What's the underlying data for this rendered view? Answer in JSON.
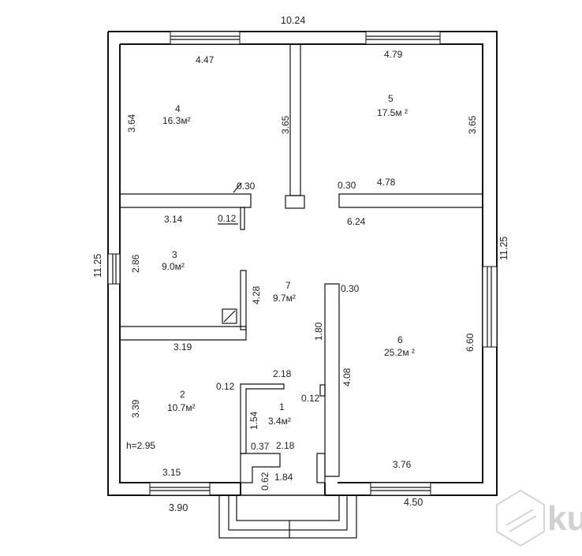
{
  "plan": {
    "overall_width": "10.24",
    "overall_height_left": "11.25",
    "overall_height_right": "11.25",
    "bottom_left_width": "3.90",
    "bottom_right_width": "4.50",
    "ceiling_height": "h=2.95"
  },
  "rooms": [
    {
      "number": "4",
      "area": "16.3м²",
      "width": "4.47",
      "depth": "3.64"
    },
    {
      "number": "5",
      "area": "17.5м ²",
      "width": "4.79",
      "depth": "3.65"
    },
    {
      "number": "3",
      "area": "9.0м²",
      "width": "3.14",
      "depth": "2.86"
    },
    {
      "number": "7",
      "area": "9.7м²"
    },
    {
      "number": "6",
      "area": "25.2м ²",
      "width": "3.76",
      "depth": "6.60"
    },
    {
      "number": "2",
      "area": "10.7м²",
      "width": "3.19",
      "depth": "3.39"
    },
    {
      "number": "1",
      "area": "3.4м²"
    }
  ],
  "dimensions": {
    "partition_45": "3.65",
    "wall_thick_a": "0.30",
    "wall_thick_b": "0.30",
    "room5_bottom": "4.78",
    "hall_width": "6.24",
    "wall_012_a": "0.12",
    "wall_012_b": "0.12",
    "wall_012_c": "0.12",
    "room3_right": "4.28",
    "wall_030_c": "0.30",
    "corridor_180": "1.80",
    "room6_left": "4.08",
    "room1_top": "2.18",
    "room1_left": "1.54",
    "room1_bottom": "2.18",
    "wall_037": "0.37",
    "room2_bottom": "3.15",
    "porch_062": "0.62",
    "door_184": "1.84"
  },
  "watermark": {
    "text": "ku"
  }
}
